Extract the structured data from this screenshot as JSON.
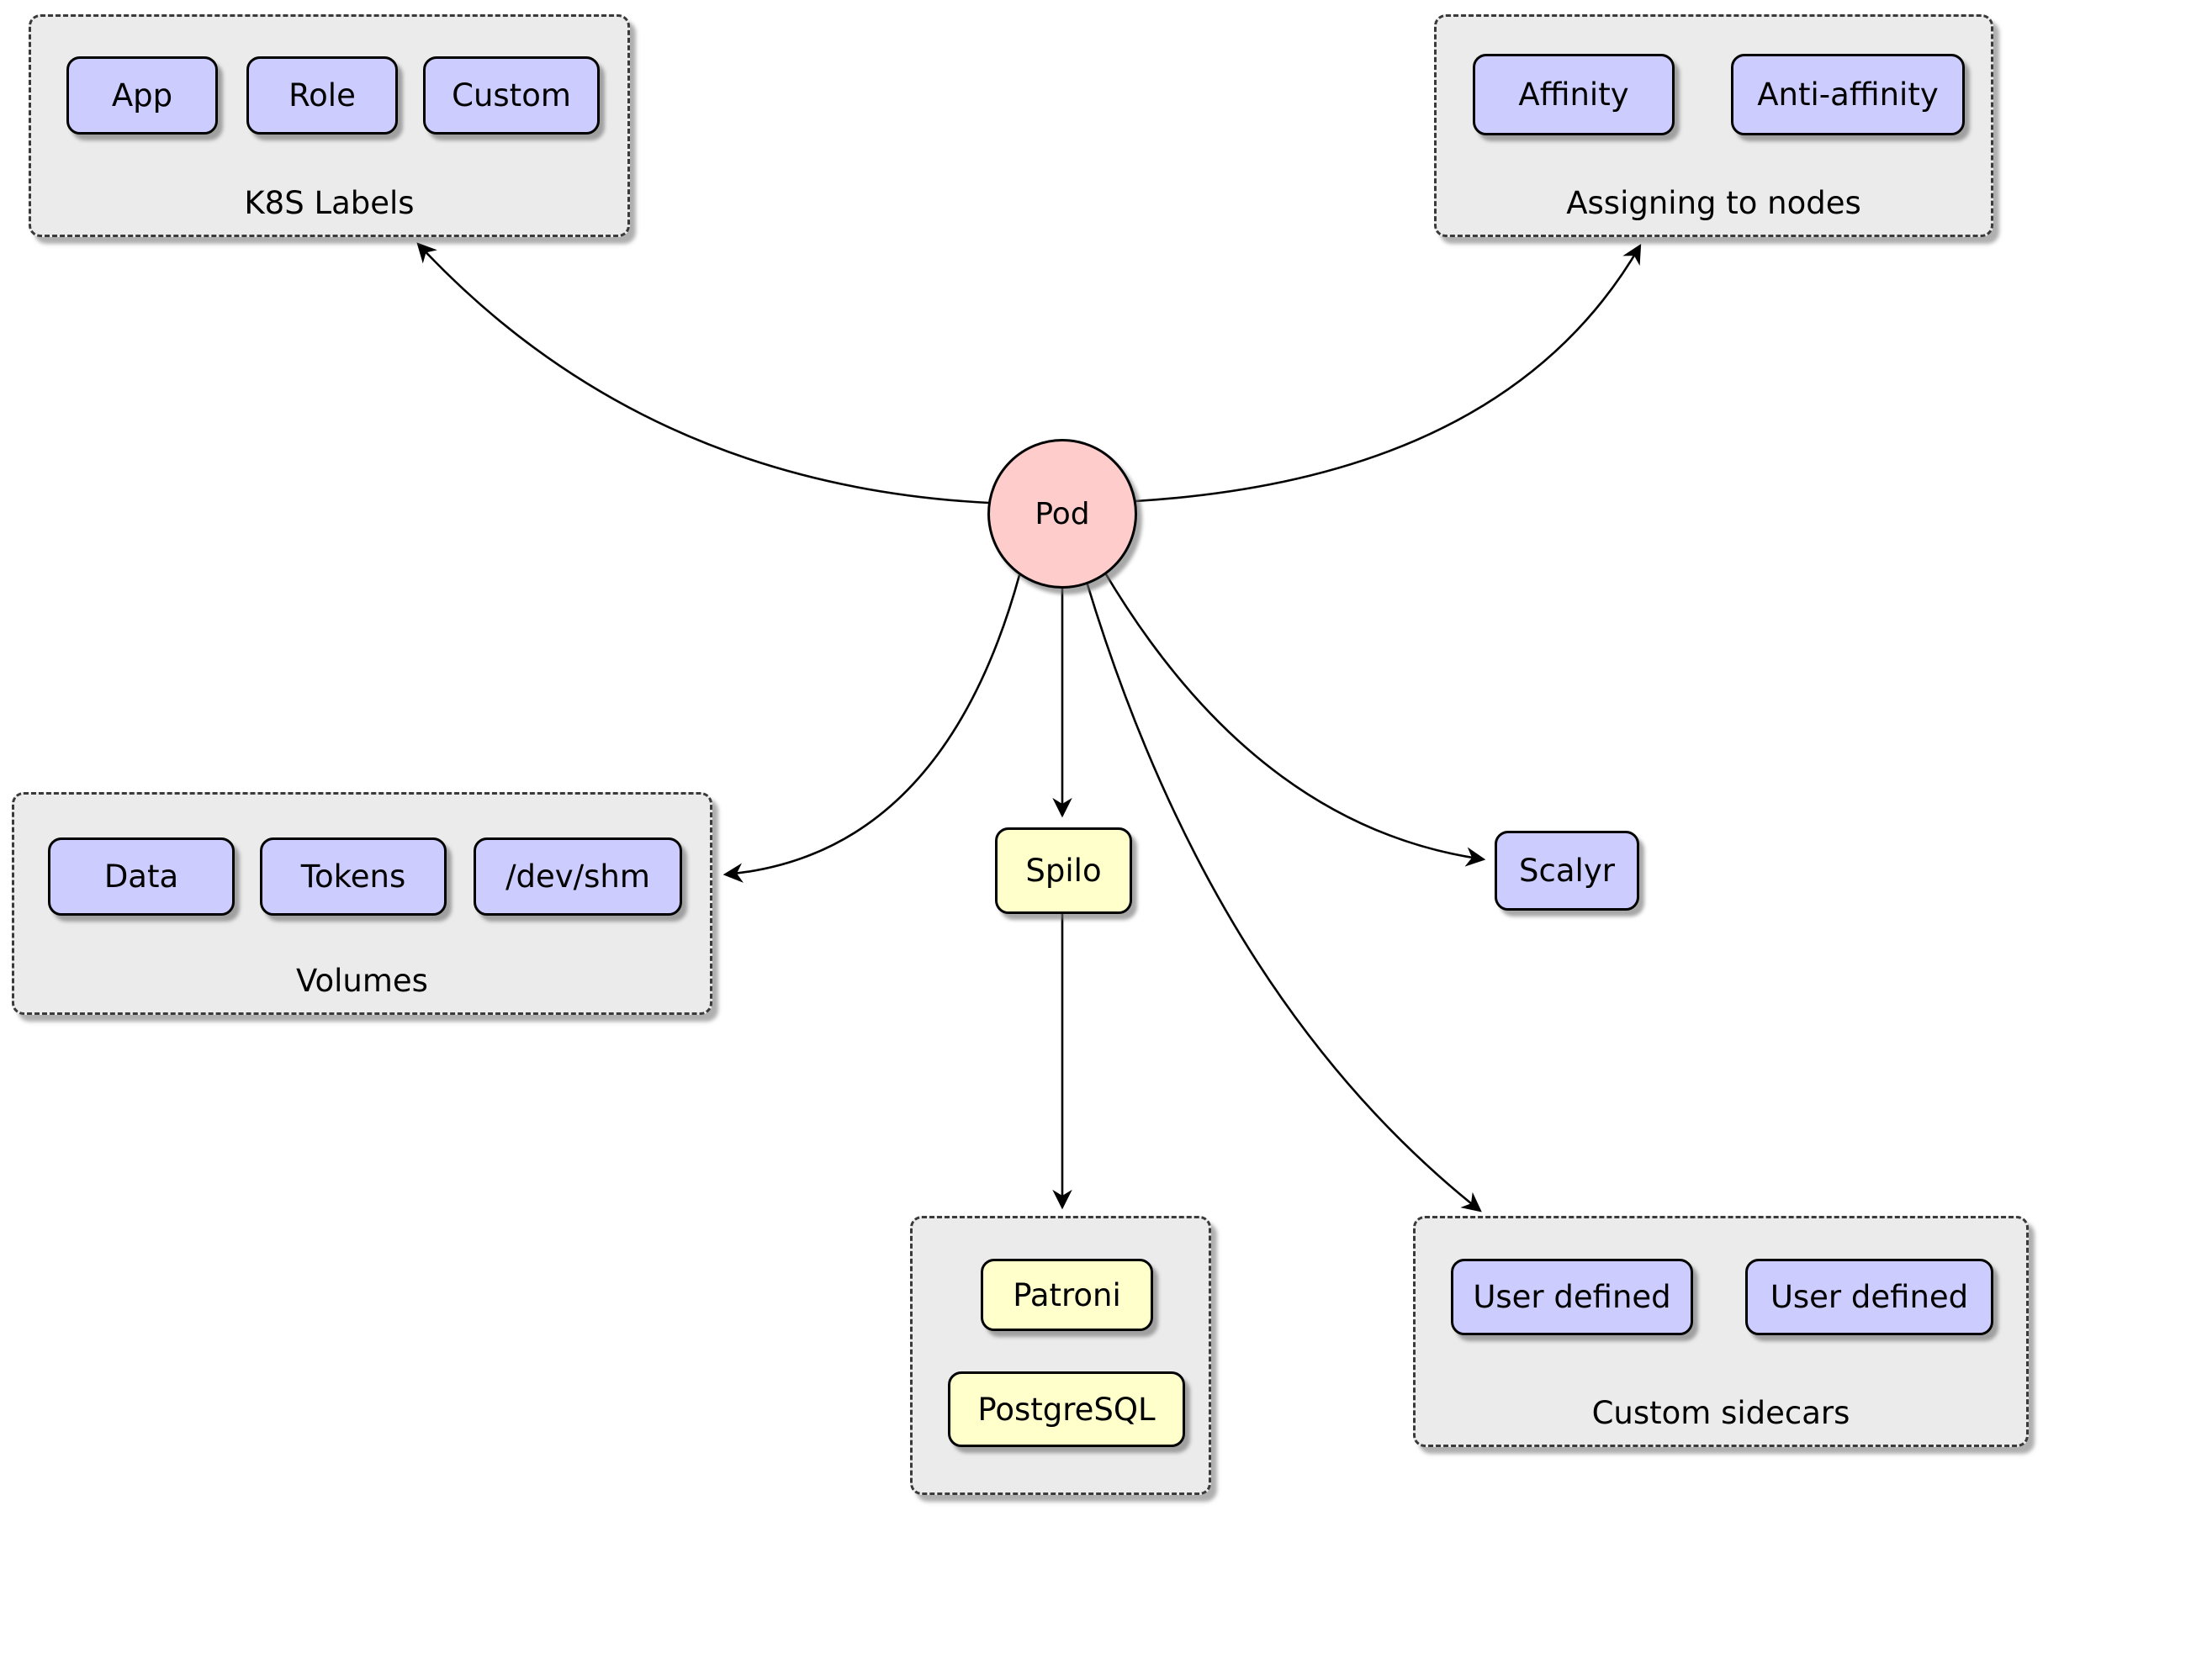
{
  "pod": {
    "label": "Pod"
  },
  "groups": {
    "k8s_labels": {
      "caption": "K8S Labels",
      "items": [
        "App",
        "Role",
        "Custom"
      ]
    },
    "assigning_to_nodes": {
      "caption": "Assigning to nodes",
      "items": [
        "Affinity",
        "Anti-affinity"
      ]
    },
    "volumes": {
      "caption": "Volumes",
      "items": [
        "Data",
        "Tokens",
        "/dev/shm"
      ]
    },
    "spilo_stack": {
      "items": [
        "Patroni",
        "PostgreSQL"
      ]
    },
    "custom_sidecars": {
      "caption": "Custom sidecars",
      "items": [
        "User defined",
        "User defined"
      ]
    }
  },
  "nodes": {
    "spilo": "Spilo",
    "scalyr": "Scalyr"
  },
  "colors": {
    "node_fill": "#ccccff",
    "spilo_fill": "#ffffcc",
    "pod_fill": "#ffcccc",
    "group_fill": "#ebebeb",
    "edge": "#000000"
  }
}
